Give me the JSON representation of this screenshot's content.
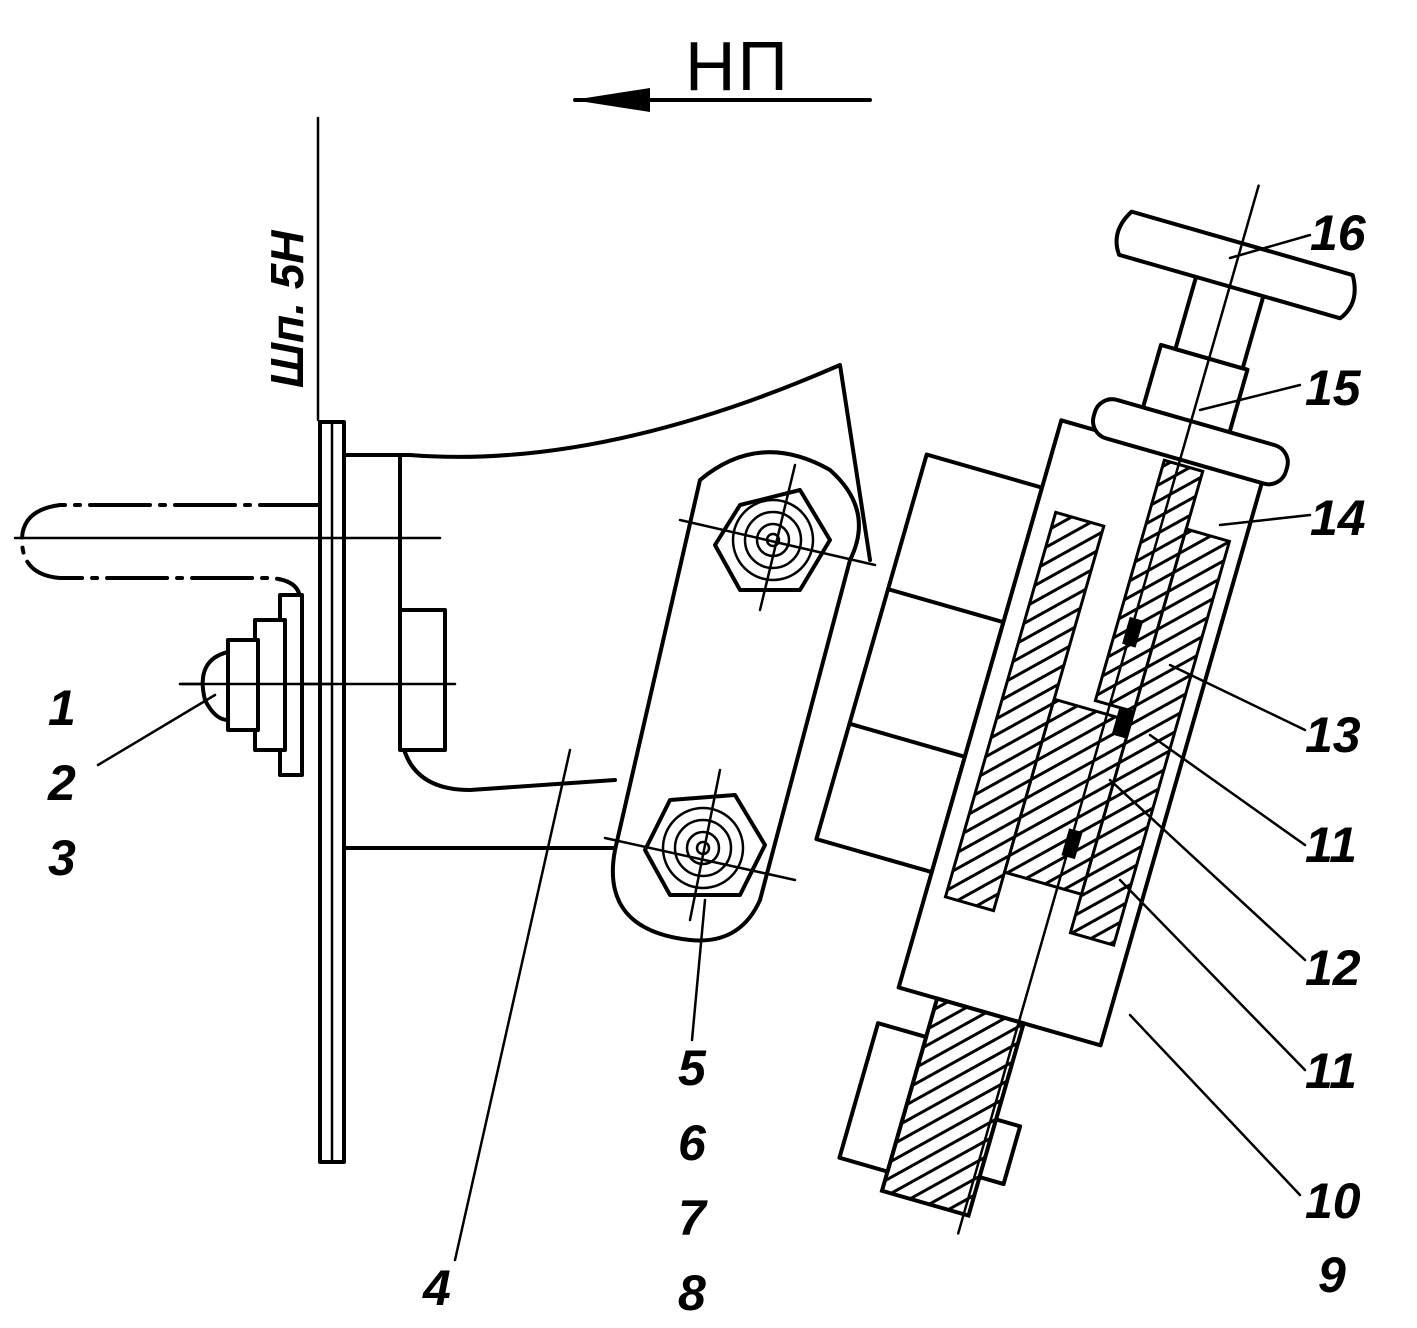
{
  "direction": {
    "label": "НП"
  },
  "frame_label": "Шп. 5Н",
  "callouts": [
    {
      "id": "c1",
      "text": "1"
    },
    {
      "id": "c2",
      "text": "2"
    },
    {
      "id": "c3",
      "text": "3"
    },
    {
      "id": "c4",
      "text": "4"
    },
    {
      "id": "c5",
      "text": "5"
    },
    {
      "id": "c6",
      "text": "6"
    },
    {
      "id": "c7",
      "text": "7"
    },
    {
      "id": "c8",
      "text": "8"
    },
    {
      "id": "c9",
      "text": "9"
    },
    {
      "id": "c10",
      "text": "10"
    },
    {
      "id": "c11a",
      "text": "11"
    },
    {
      "id": "c11b",
      "text": "11"
    },
    {
      "id": "c12",
      "text": "12"
    },
    {
      "id": "c13",
      "text": "13"
    },
    {
      "id": "c14",
      "text": "14"
    },
    {
      "id": "c15",
      "text": "15"
    },
    {
      "id": "c16",
      "text": "16"
    }
  ],
  "colors": {
    "ink": "#000000",
    "paper": "#ffffff"
  }
}
